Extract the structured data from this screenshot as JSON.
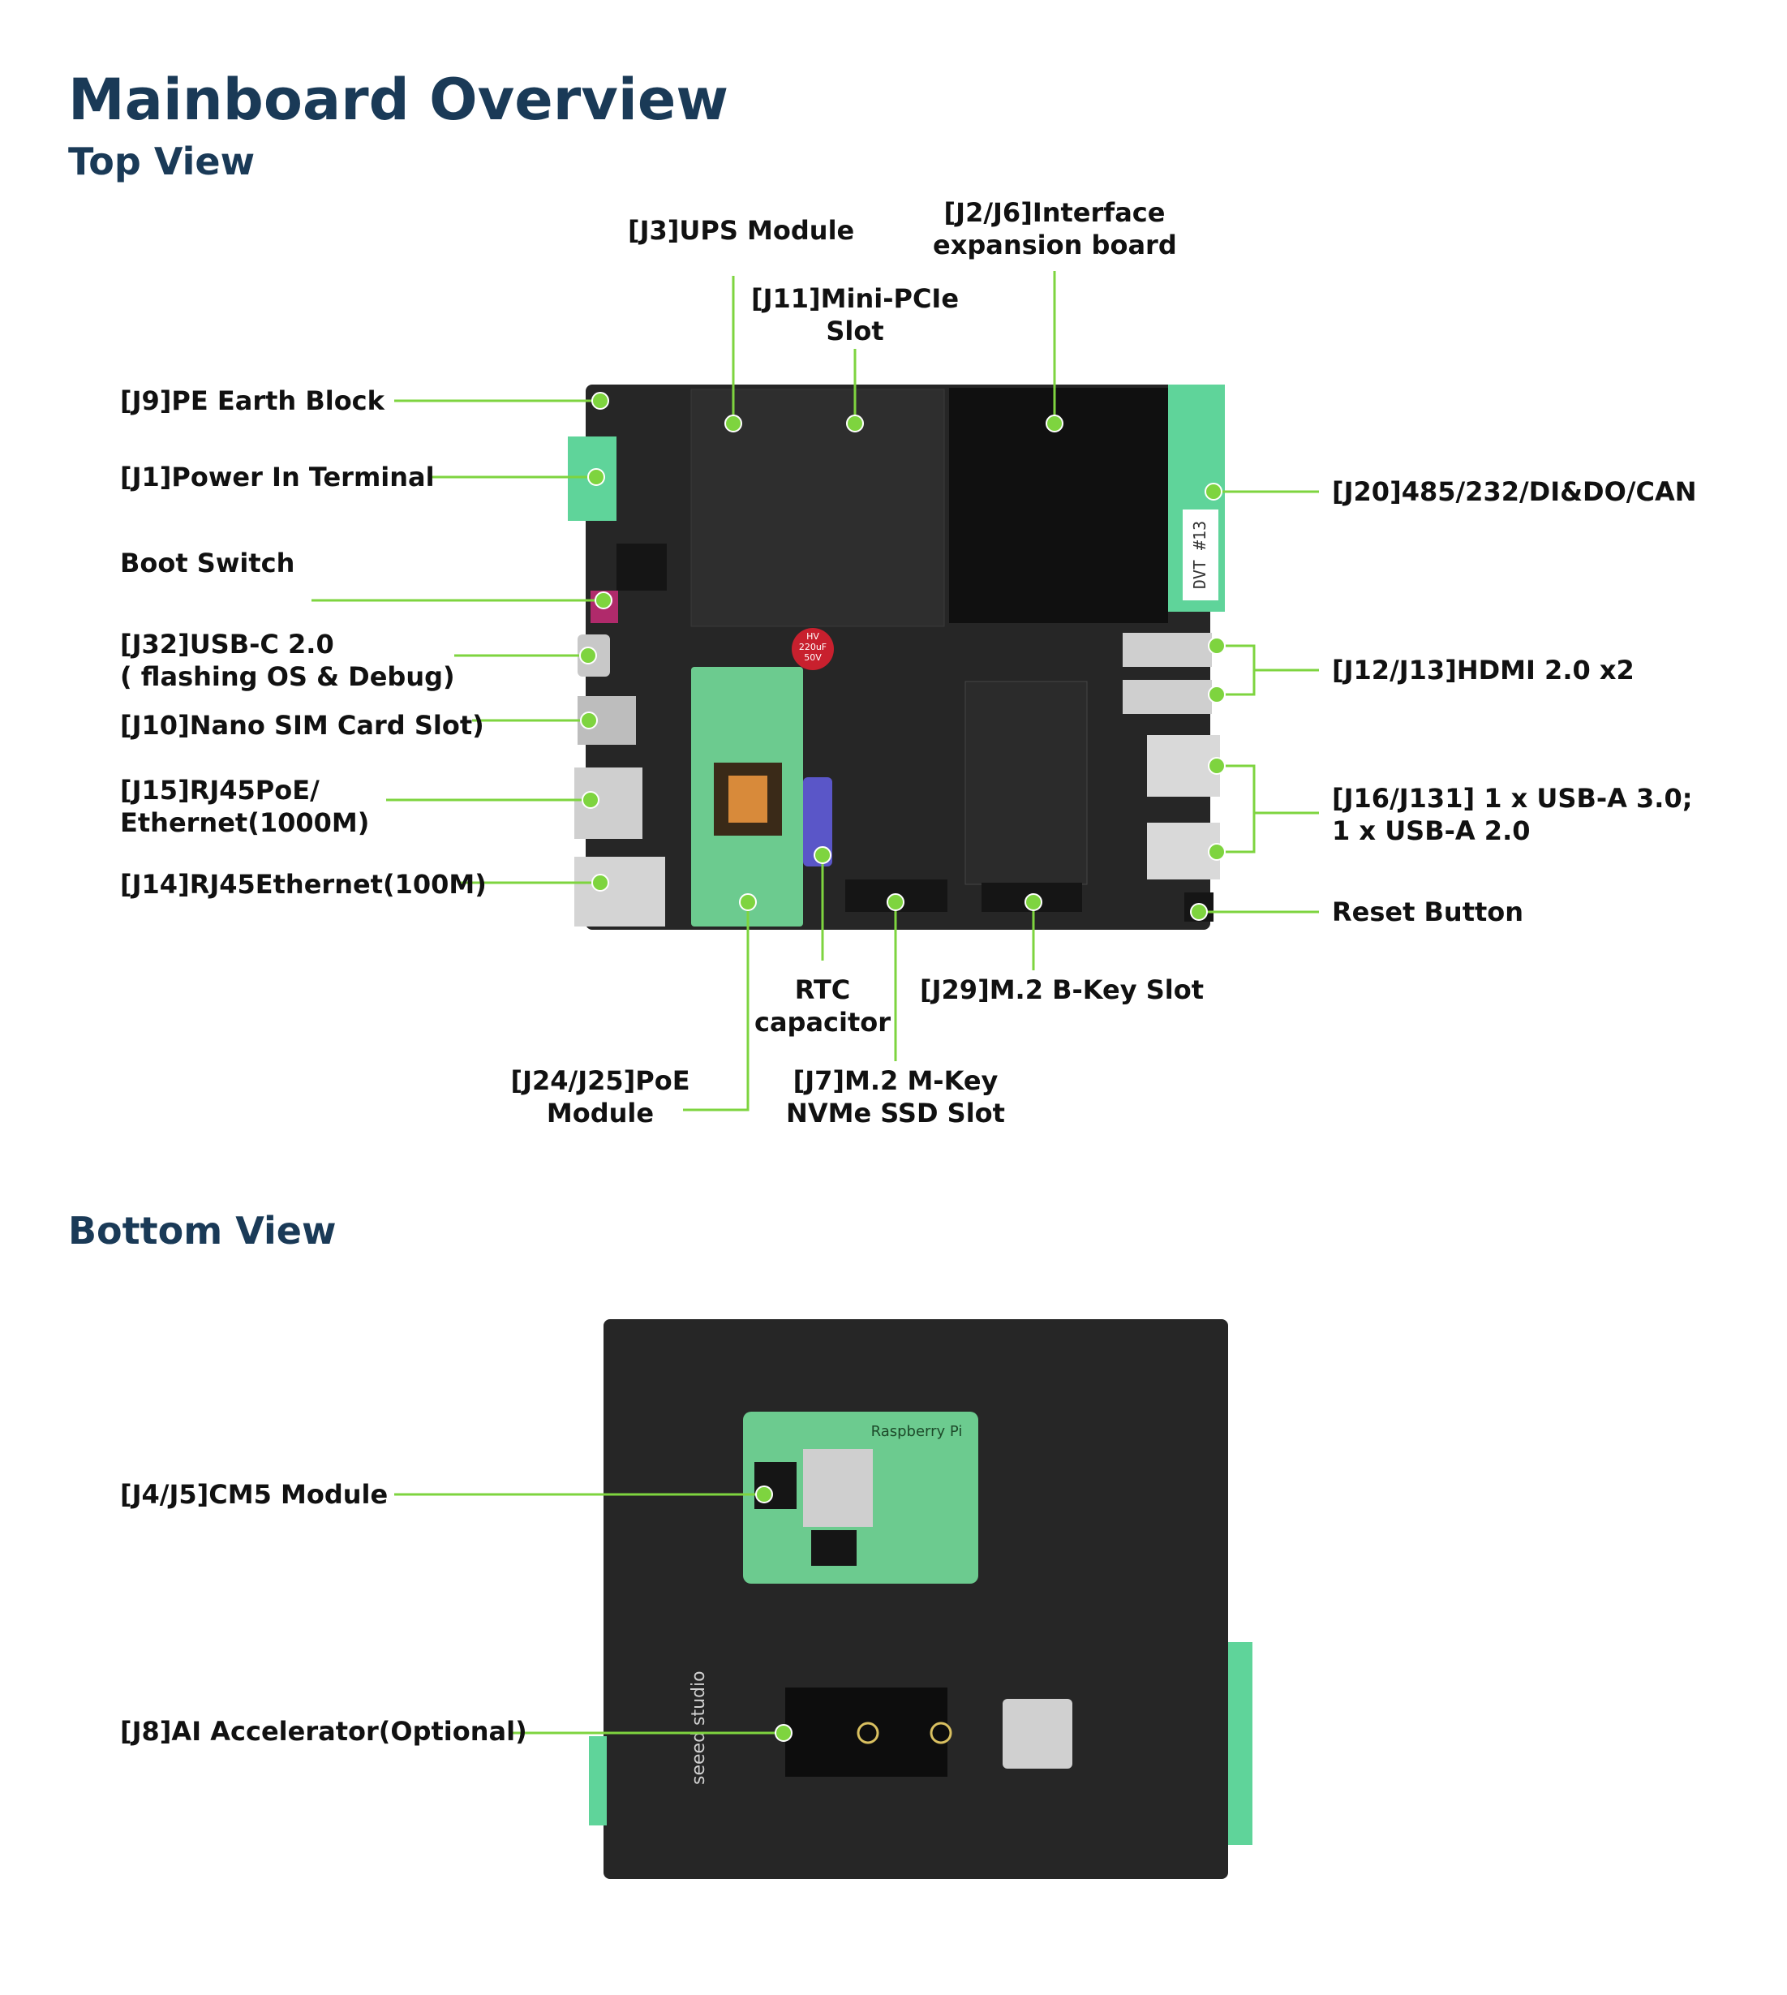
{
  "title": "Mainboard Overview",
  "top_view": {
    "heading": "Top View",
    "labels": {
      "j9": "[J9]PE Earth Block",
      "j1": "[J1]Power In Terminal",
      "boot": "Boot Switch",
      "j32": [
        "[J32]USB-C 2.0",
        "( flashing OS & Debug)"
      ],
      "j10": "[J10]Nano SIM Card Slot)",
      "j15": [
        "[J15]RJ45PoE/",
        "Ethernet(1000M)"
      ],
      "j14": "[J14]RJ45Ethernet(100M)",
      "j3": "[J3]UPS Module",
      "j11": [
        "[J11]Mini-PCIe",
        "Slot"
      ],
      "j2j6": [
        "[J2/J6]Interface",
        "expansion board"
      ],
      "j20": "[J20]485/232/DI&DO/CAN",
      "j12j13": "[J12/J13]HDMI 2.0 x2",
      "j16j131": [
        "[J16/J131] 1 x USB-A 3.0;",
        "1 x USB-A 2.0"
      ],
      "reset": "Reset Button",
      "rtc": [
        "RTC",
        "capacitor"
      ],
      "j29": "[J29]M.2 B-Key Slot",
      "j24j25": [
        "[J24/J25]PoE",
        "Module"
      ],
      "j7": [
        "[J7]M.2 M-Key",
        "NVMe SSD Slot"
      ]
    },
    "board_text": {
      "dvt": "DVT #13",
      "cap": [
        "HV",
        "220uF",
        "50V"
      ]
    }
  },
  "bottom_view": {
    "heading": "Bottom View",
    "labels": {
      "cm5": "[J4/J5]CM5 Module",
      "j8": "[J8]AI Accelerator(Optional)"
    },
    "board_text": {
      "rpi": "Raspberry Pi",
      "brand": "seeed studio"
    }
  },
  "colors": {
    "heading": "#1a3a57",
    "leader": "#7ed43f",
    "pcb": "#262626",
    "pcb_green": "#6ccb8f",
    "terminal": "#5fd49a"
  }
}
